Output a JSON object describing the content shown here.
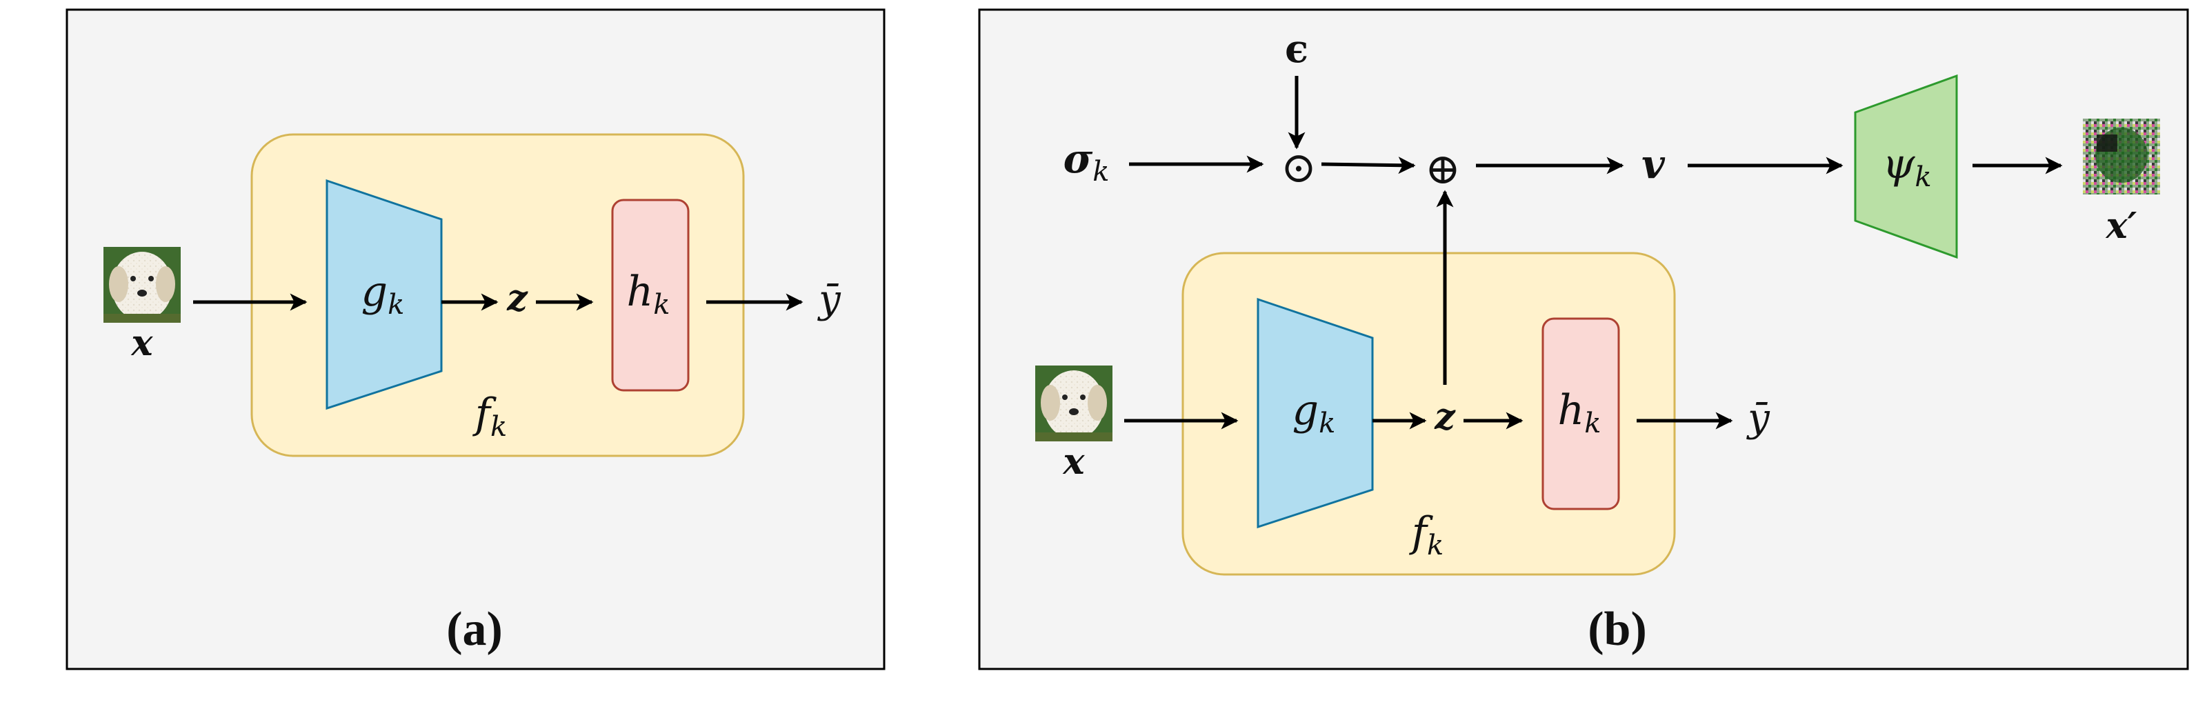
{
  "panel_a": {
    "caption": "(a)",
    "input_label": "x",
    "encoder_label": "g",
    "encoder_sub": "k",
    "latent_label": "z",
    "head_label": "h",
    "head_sub": "k",
    "model_label": "f",
    "model_sub": "k",
    "output_label": "ȳ"
  },
  "panel_b": {
    "caption": "(b)",
    "input_label": "x",
    "encoder_label": "g",
    "encoder_sub": "k",
    "latent_label": "z",
    "head_label": "h",
    "head_sub": "k",
    "model_label": "f",
    "model_sub": "k",
    "output_label": "ȳ",
    "sigma_label": "σ",
    "sigma_sub": "k",
    "noise_label": "ϵ",
    "hadamard_symbol": "⊙",
    "sum_symbol": "⊕",
    "v_label": "v",
    "decoder_label": "ψ",
    "decoder_sub": "k",
    "recon_label": "x′"
  },
  "colors": {
    "panel_bg": "#f4f4f4",
    "model_fill": "#fff2cc",
    "model_stroke": "#d6b656",
    "encoder_fill": "#b1ddf0",
    "encoder_stroke": "#10739e",
    "head_fill": "#fad9d5",
    "head_stroke": "#ae4132",
    "decoder_fill": "#b9e0a5",
    "decoder_stroke": "#2d9a2d"
  }
}
